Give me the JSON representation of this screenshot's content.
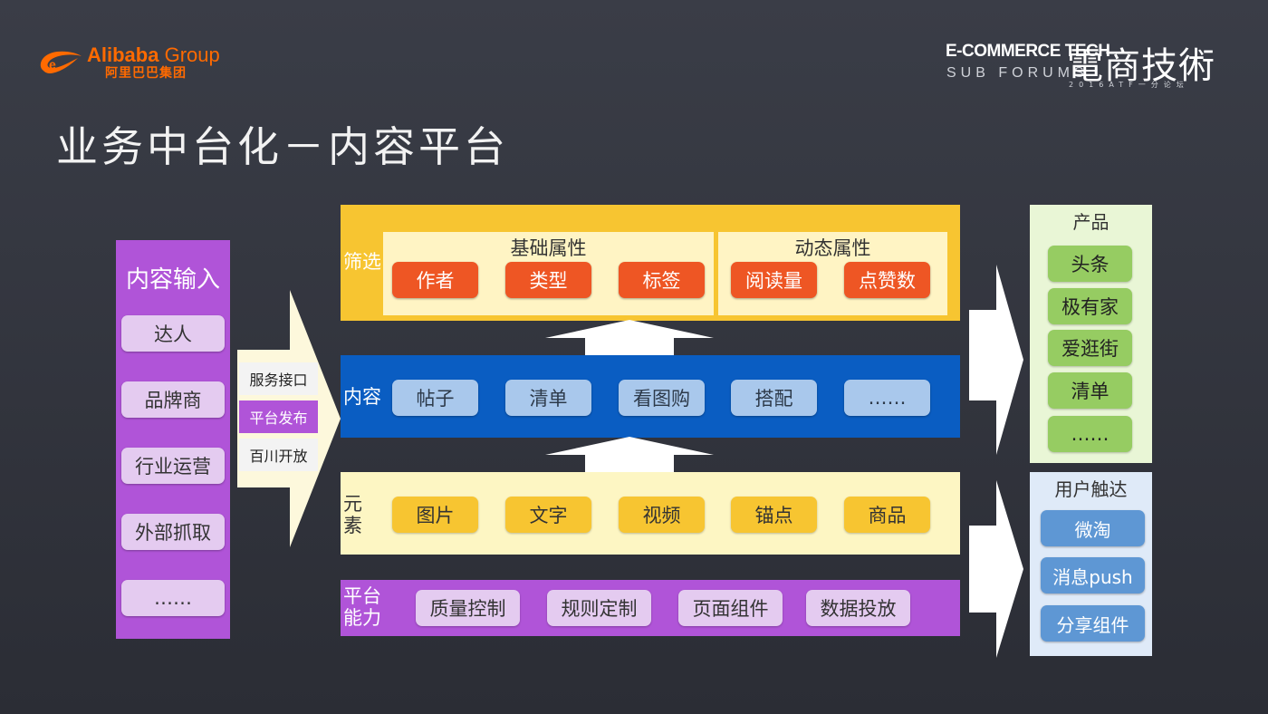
{
  "header": {
    "logo_en": "Alibaba",
    "logo_en_group": "Group",
    "logo_cn": "阿里巴巴集团",
    "forum_title": "E-COMMERCE TECH",
    "forum_sub": "SUB FORUMS",
    "forum_cn": "電商技術",
    "forum_small": "2016ATF一分论坛"
  },
  "page_title": "业务中台化－内容平台",
  "input": {
    "title": "内容输入",
    "items": [
      "达人",
      "品牌商",
      "行业运营",
      "外部抓取",
      "……"
    ]
  },
  "api": {
    "items": [
      "服务接口",
      "平台发布",
      "百川开放"
    ]
  },
  "filter": {
    "label": "筛选",
    "basic": {
      "title": "基础属性",
      "items": [
        "作者",
        "类型",
        "标签"
      ]
    },
    "dynamic": {
      "title": "动态属性",
      "items": [
        "阅读量",
        "点赞数"
      ]
    }
  },
  "content": {
    "label": "内容",
    "items": [
      "帖子",
      "清单",
      "看图购",
      "搭配",
      "……"
    ]
  },
  "element": {
    "label_line1": "元",
    "label_line2": "素",
    "items": [
      "图片",
      "文字",
      "视频",
      "锚点",
      "商品"
    ]
  },
  "platform": {
    "label_line1": "平台",
    "label_line2": "能力",
    "items": [
      "质量控制",
      "规则定制",
      "页面组件",
      "数据投放"
    ]
  },
  "product": {
    "title": "产品",
    "items": [
      "头条",
      "极有家",
      "爱逛街",
      "清单",
      "……"
    ]
  },
  "reach": {
    "title": "用户触达",
    "items": [
      "微淘",
      "消息push",
      "分享组件"
    ]
  },
  "colors": {
    "background": "#2f3139",
    "orange_brand": "#ff6a00",
    "purple": "#b054d8",
    "yellow": "#f7c531",
    "blue": "#0a5dc2",
    "red_attr": "#ee5624",
    "green": "#96cc62",
    "light_blue": "#5e97d4"
  }
}
